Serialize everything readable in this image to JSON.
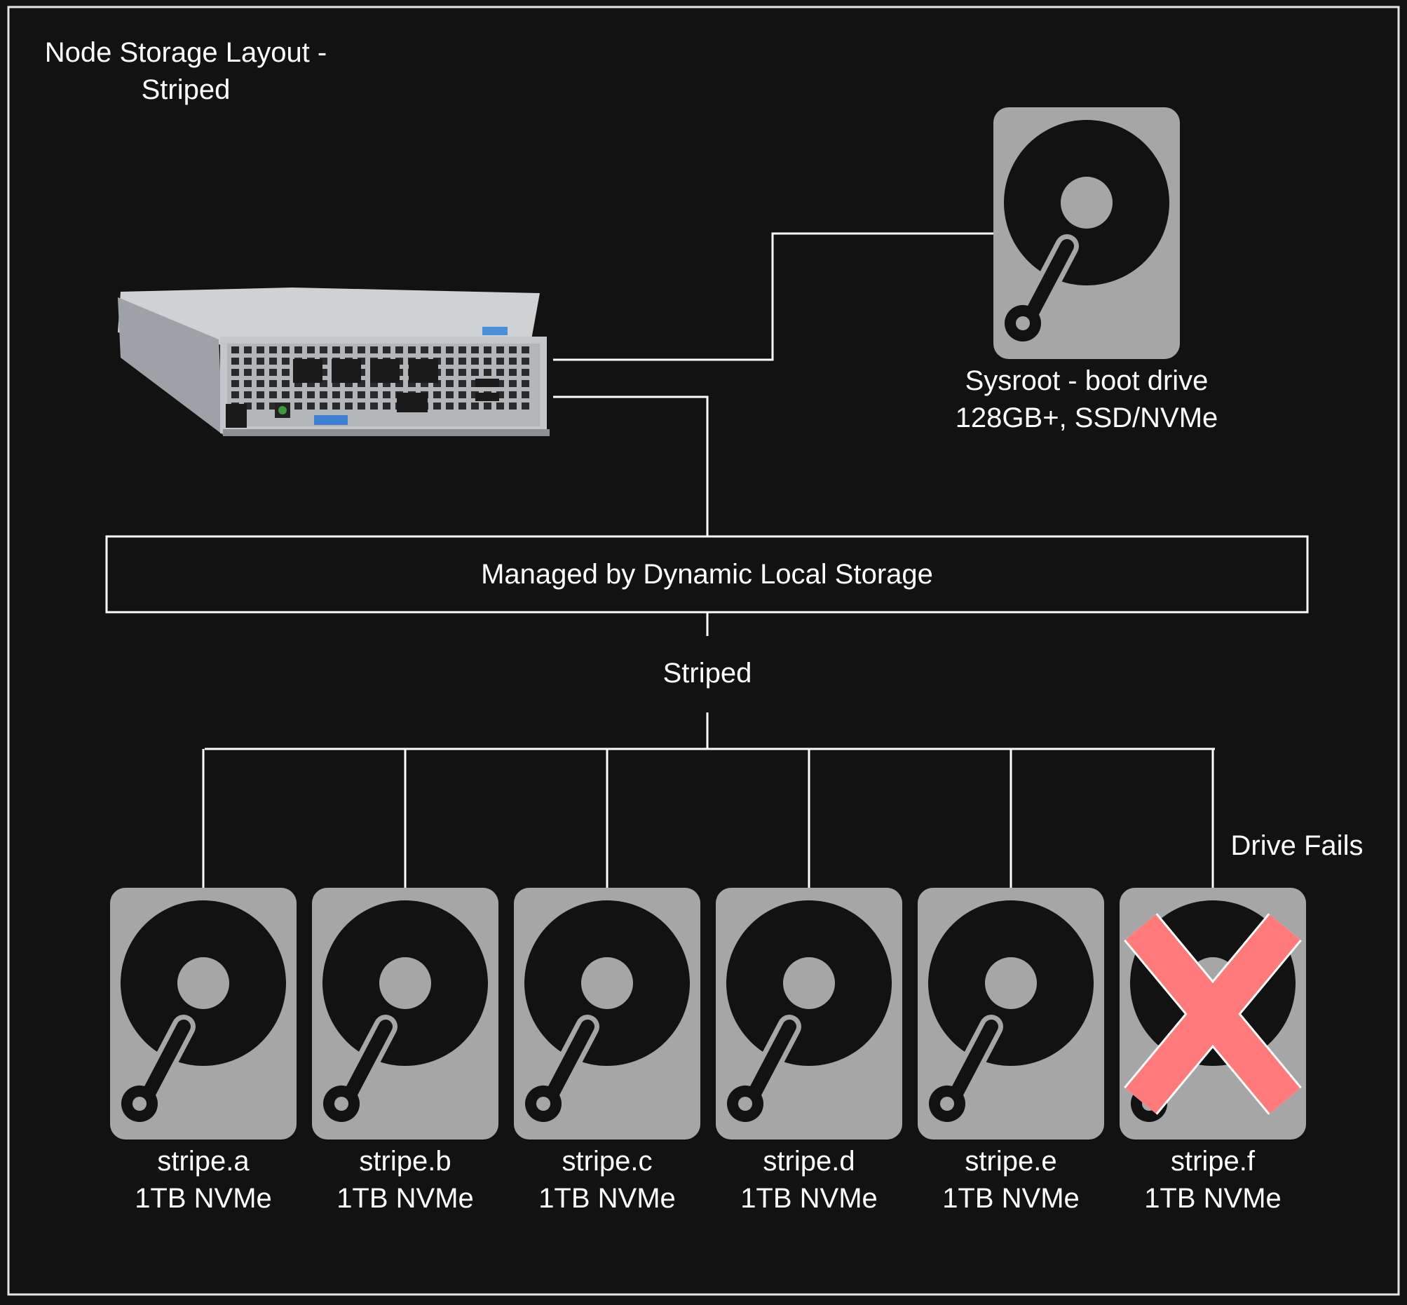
{
  "title_lines": [
    "Node Storage Layout -",
    "Striped"
  ],
  "boot_drive": {
    "lines": [
      "Sysroot - boot drive",
      "128GB+, SSD/NVMe"
    ],
    "icon": "hard-drive-icon"
  },
  "managed_box_label": "Managed by Dynamic Local Storage",
  "striped_label": "Striped",
  "failure_label": "Drive Fails",
  "server": {
    "icon": "server-chassis-icon"
  },
  "drives": [
    {
      "name": "stripe.a",
      "spec": "1TB NVMe",
      "failed": false
    },
    {
      "name": "stripe.b",
      "spec": "1TB NVMe",
      "failed": false
    },
    {
      "name": "stripe.c",
      "spec": "1TB NVMe",
      "failed": false
    },
    {
      "name": "stripe.d",
      "spec": "1TB NVMe",
      "failed": false
    },
    {
      "name": "stripe.e",
      "spec": "1TB NVMe",
      "failed": false
    },
    {
      "name": "stripe.f",
      "spec": "1TB NVMe",
      "failed": true
    }
  ],
  "colors": {
    "background": "#121212",
    "line": "#ffffff",
    "drive_body": "#a6a6a6",
    "drive_platter": "#121212",
    "failure_mark": "#ff7b7b"
  }
}
